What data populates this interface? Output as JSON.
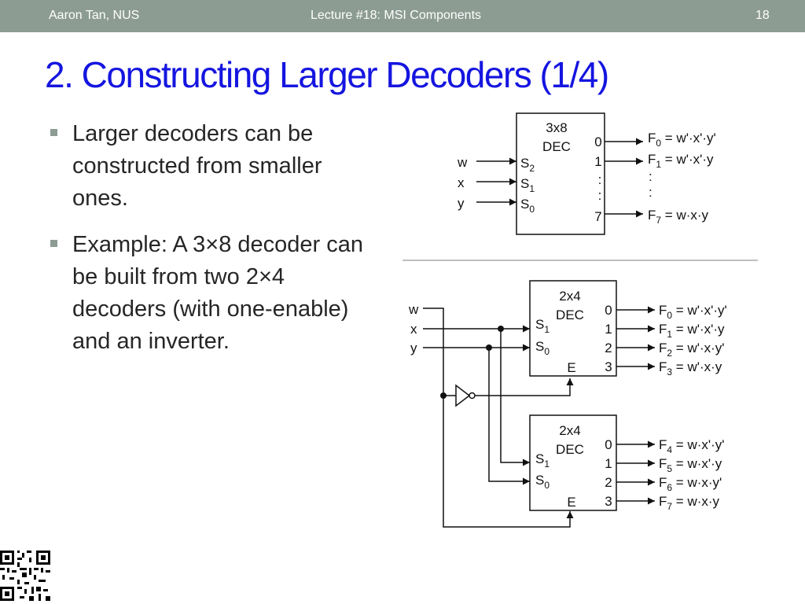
{
  "header": {
    "author": "Aaron Tan, NUS",
    "lecture": "Lecture #18: MSI Components",
    "page_number": "18"
  },
  "title": "2. Constructing Larger Decoders (1/4)",
  "bullets": [
    "Larger decoders can be constructed from smaller ones.",
    "Example: A 3×8 decoder can be built from two 2×4 decoders (with one-enable) and an inverter."
  ],
  "top_decoder": {
    "name_line1": "3x8",
    "name_line2": "DEC",
    "inputs": [
      "w",
      "x",
      "y"
    ],
    "selects": [
      {
        "base": "S",
        "sub": "2"
      },
      {
        "base": "S",
        "sub": "1"
      },
      {
        "base": "S",
        "sub": "0"
      }
    ],
    "output_indices": [
      "0",
      "1",
      ":",
      ":",
      "7"
    ],
    "outputs": [
      {
        "sub": "0",
        "expr": " = w'·x'·y'"
      },
      {
        "sub": "1",
        "expr": " = w'·x'·y"
      },
      {
        "sub": "7",
        "expr": " = w·x·y"
      }
    ],
    "ellipsis": ":"
  },
  "bottom_circuit": {
    "inputs": [
      "w",
      "x",
      "y"
    ],
    "decoders": [
      {
        "name_line1": "2x4",
        "name_line2": "DEC",
        "selects": [
          {
            "base": "S",
            "sub": "1"
          },
          {
            "base": "S",
            "sub": "0"
          }
        ],
        "enable": "E",
        "output_indices": [
          "0",
          "1",
          "2",
          "3"
        ],
        "outputs": [
          {
            "sub": "0",
            "expr": " = w'·x'·y'"
          },
          {
            "sub": "1",
            "expr": " = w'·x'·y"
          },
          {
            "sub": "2",
            "expr": " = w'·x·y'"
          },
          {
            "sub": "3",
            "expr": " = w'·x·y"
          }
        ]
      },
      {
        "name_line1": "2x4",
        "name_line2": "DEC",
        "selects": [
          {
            "base": "S",
            "sub": "1"
          },
          {
            "base": "S",
            "sub": "0"
          }
        ],
        "enable": "E",
        "output_indices": [
          "0",
          "1",
          "2",
          "3"
        ],
        "outputs": [
          {
            "sub": "4",
            "expr": " = w·x'·y'"
          },
          {
            "sub": "5",
            "expr": " = w·x'·y"
          },
          {
            "sub": "6",
            "expr": " = w·x·y'"
          },
          {
            "sub": "7",
            "expr": " = w·x·y"
          }
        ]
      }
    ]
  },
  "colors": {
    "header_bg": "#8c9c93",
    "title": "#1515e0",
    "body_text": "#262626"
  }
}
